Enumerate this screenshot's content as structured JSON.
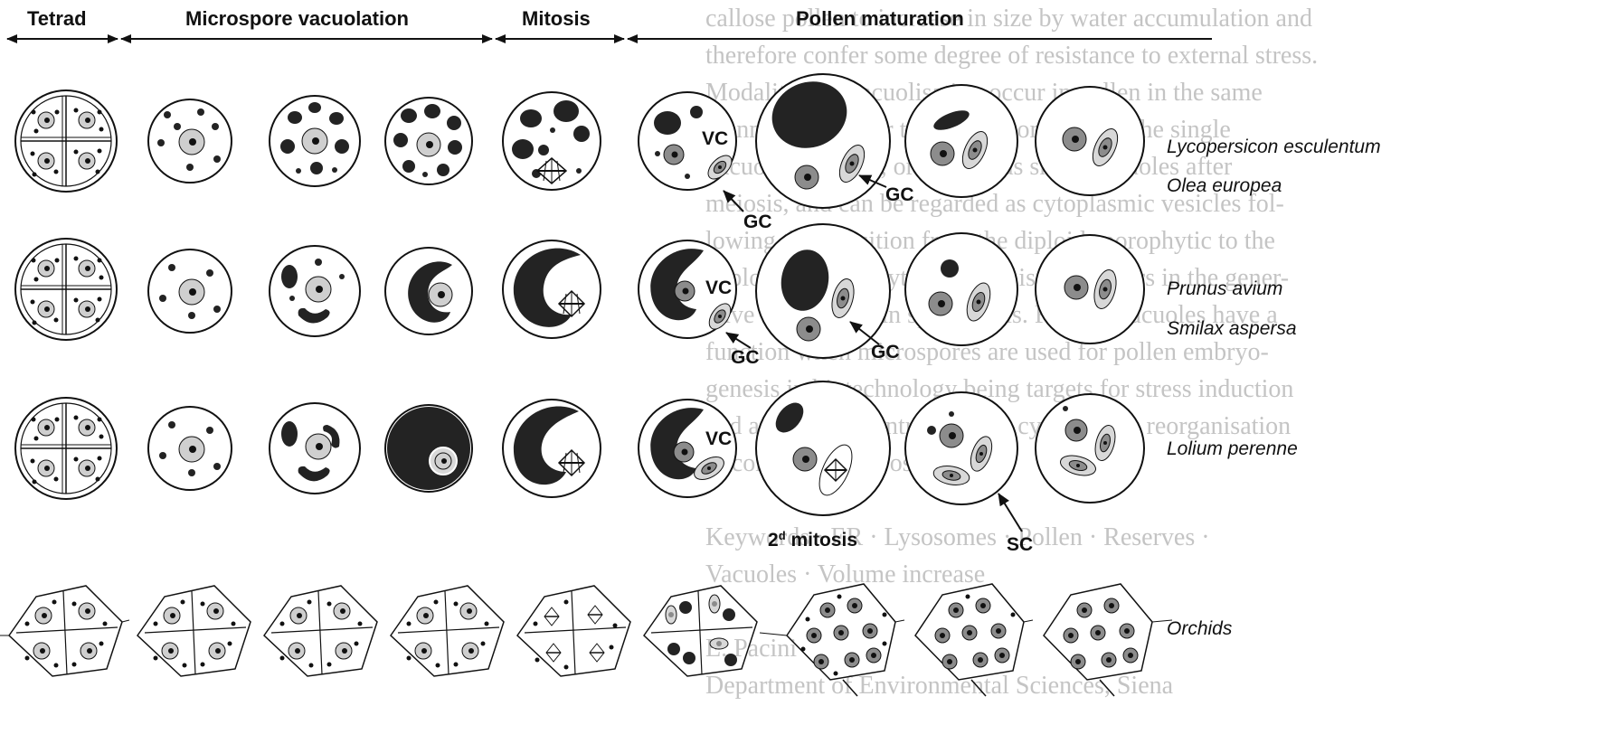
{
  "stages": {
    "tetrad": "Tetrad",
    "microspore_vacuolation": "Microspore vacuolation",
    "mitosis": "Mitosis",
    "pollen_maturation": "Pollen maturation"
  },
  "labels": {
    "vc": "VC",
    "gc": "GC",
    "sc": "SC",
    "second_mitosis_base": "2",
    "second_mitosis_sup": "d",
    "second_mitosis_rest": " mitosis"
  },
  "species": [
    "Lycopersicon esculentum",
    "Olea europea",
    "Prunus avium",
    "Smilax aspersa",
    "Lolium perenne",
    "Orchids"
  ],
  "colors": {
    "ink": "#111111",
    "vacuole": "#232323",
    "nucleus": "#cfcfcf",
    "gc_nucleus": "#8c8c8c",
    "gc_fill": "#d8d8d8"
  }
}
